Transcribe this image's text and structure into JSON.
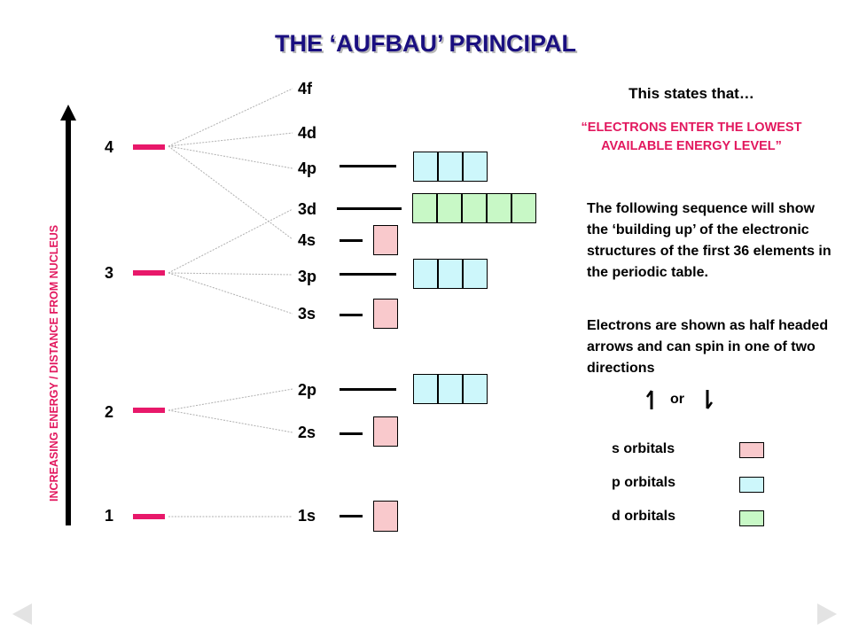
{
  "title": "THE ‘AUFBAU’ PRINCIPAL",
  "axis_label": "INCREASING ENERGY / DISTANCE FROM NUCLEUS",
  "shells": [
    "1",
    "2",
    "3",
    "4"
  ],
  "subshells": {
    "s1": "1s",
    "s2": "2s",
    "p2": "2p",
    "s3": "3s",
    "p3": "3p",
    "s4": "4s",
    "d3": "3d",
    "p4": "4p",
    "d4": "4d",
    "f4": "4f"
  },
  "explanation": {
    "intro": "This states that…",
    "quote": "“ELECTRONS ENTER THE LOWEST AVAILABLE ENERGY LEVEL”",
    "sequence": "The following sequence will show the ‘building up’ of the electronic structures of the first 36 elements in the periodic table.",
    "arrows": "Electrons are shown as half headed arrows and can spin in one of two directions",
    "or": "or"
  },
  "legend": [
    {
      "label": "s orbitals",
      "color": "#f9c9cc"
    },
    {
      "label": "p orbitals",
      "color": "#cdf7fb"
    },
    {
      "label": "d orbitals",
      "color": "#c8f8c6"
    }
  ],
  "colors": {
    "title": "#1a0f80",
    "accent": "#e8186a",
    "nav": "#e3e3e3"
  },
  "nav": {
    "prev": "previous-slide",
    "next": "next-slide"
  }
}
